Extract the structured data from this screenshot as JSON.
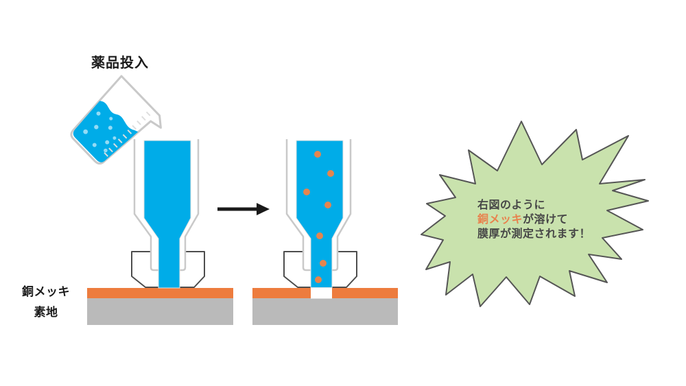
{
  "diagram": {
    "chemical_input_label": "薬品投入",
    "copper_plating_label": "銅メッキ",
    "substrate_label": "素地",
    "callout": {
      "line1": "右図のように",
      "line2_highlight": "銅メッキ",
      "line2_rest": "が溶けて",
      "line3": "膜厚が測定されます！"
    }
  },
  "icons": {
    "beaker": "beaker-pouring-icon",
    "arrow": "arrow-right-icon",
    "callout_shape": "starburst-burst"
  },
  "colors": {
    "solution_blue": "#00ace8",
    "bubble_blue": "#93dbf5",
    "copper_orange": "#ed7c3e",
    "particle_orange": "#e5854e",
    "text_orange": "#e8824e",
    "substrate_gray": "#bababa",
    "glass_outline_gray": "#c9c9c9",
    "liquid_edge_gray": "#e2e2e2",
    "gasket_outline_gray": "#4d4d4d",
    "burst_green": "#c9e2ad",
    "burst_outline_gray": "#555555",
    "text_dark": "#474747",
    "label_black": "#1a1a1a",
    "arrow_black": "#1a1a1a",
    "background": "#ffffff"
  }
}
